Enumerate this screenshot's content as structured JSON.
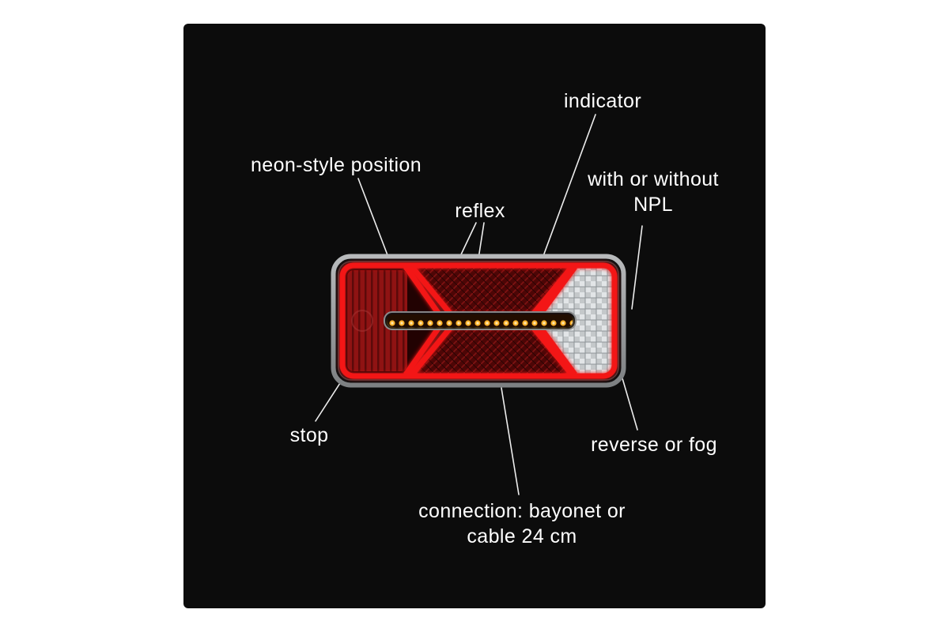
{
  "panel": {
    "background": "#0c0c0c",
    "page_background": "#ffffff"
  },
  "labels": {
    "indicator": "indicator",
    "neon_style_position": "neon-style position",
    "reflex": "reflex",
    "npl_line1": "with or without",
    "npl_line2": "NPL",
    "stop": "stop",
    "reverse_or_fog": "reverse or fog",
    "connection_line1": "connection: bayonet or",
    "connection_line2": "cable 24 cm"
  },
  "lamp": {
    "functions": [
      "indicator",
      "neon-style position",
      "reflex",
      "stop",
      "reverse or fog",
      "with or without NPL",
      "connection: bayonet or cable 24 cm"
    ],
    "colors": {
      "neon_red": "#f31616",
      "stop_lens_red": "#8f1313",
      "reflex_dark_red": "#4d0606",
      "indicator_amber": "#ffb028",
      "reverse_lens_gray": "#cfd2d4",
      "frame_gray": "#9b9ea0",
      "label_text": "#ffffff"
    }
  }
}
